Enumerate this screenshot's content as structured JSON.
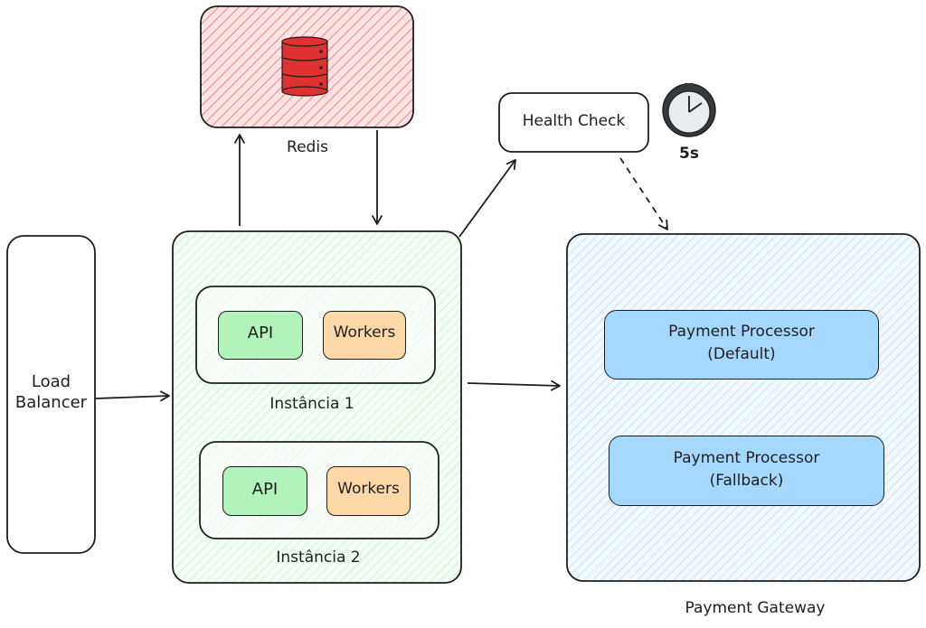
{
  "diagram": {
    "nodes": {
      "load_balancer": "Load\nBalancer",
      "redis": "Redis",
      "health_check": "Health Check",
      "interval": "5s",
      "instances": [
        {
          "title": "Instância 1",
          "api": "API",
          "workers": "Workers"
        },
        {
          "title": "Instância 2",
          "api": "API",
          "workers": "Workers"
        }
      ],
      "gateway": {
        "title": "Payment Gateway",
        "processors": [
          "Payment Processor\n(Default)",
          "Payment Processor\n(Fallback)"
        ]
      }
    },
    "edges": [
      {
        "from": "load_balancer",
        "to": "instances",
        "style": "solid"
      },
      {
        "from": "instances",
        "to": "redis",
        "style": "solid"
      },
      {
        "from": "redis",
        "to": "instances",
        "style": "solid"
      },
      {
        "from": "instances",
        "to": "health_check",
        "style": "solid"
      },
      {
        "from": "health_check",
        "to": "gateway",
        "style": "dashed"
      },
      {
        "from": "instances",
        "to": "gateway",
        "style": "solid"
      }
    ],
    "colors": {
      "stroke": "#1e1e1e",
      "redis_fill": "#ffc9c9",
      "redis_hatch": "#e03131",
      "instance_fill": "#ebfbee",
      "instance_hatch": "#b2f2bb",
      "gateway_fill": "#e7f5ff",
      "gateway_hatch": "#a5d8ff",
      "api_fill": "#b2f2bb",
      "workers_fill": "#ffd8a8",
      "processor_fill": "#a5d8ff",
      "db_icon": "#e03131"
    },
    "icons": [
      "database-icon",
      "clock-icon"
    ]
  }
}
